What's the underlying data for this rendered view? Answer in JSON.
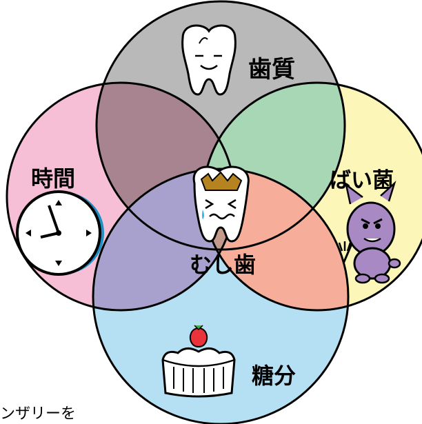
{
  "labels": {
    "top": "歯質",
    "left": "時間",
    "right": "ばい菌",
    "bottom": "糖分",
    "center": "むし歯"
  },
  "footer_text": "ンザリーを",
  "colors": {
    "top_circle": "#b9b9b9",
    "left_circle": "#f7bfd6",
    "right_circle": "#fcf7b9",
    "bottom_circle": "#b5dff3",
    "intersection_top_left": "#a7848f",
    "intersection_top_right": "#a8d7b6",
    "intersection_left_bottom": "#a9a1cd",
    "intersection_right_bottom": "#f6ae9b",
    "center_core": "#c49a8d",
    "outline": "#000000",
    "monster_purple": "#a989c4"
  },
  "icons": {
    "top": "happy-tooth-icon",
    "left": "clock-icon",
    "right": "devil-germ-icon",
    "bottom": "cake-icon",
    "center": "decayed-tooth-icon"
  }
}
